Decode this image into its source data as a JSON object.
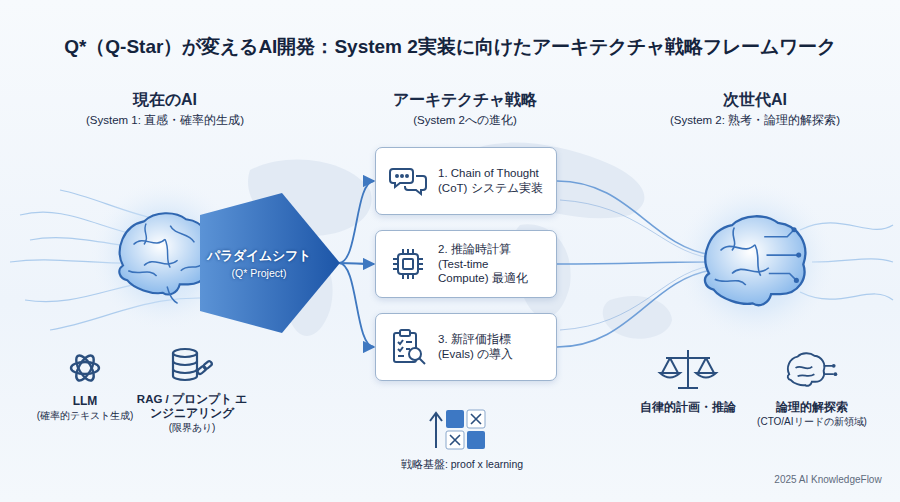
{
  "diagram": {
    "title": "Q*（Q-Star）が変えるAI開発：System 2実装に向けたアーキテクチャ戦略フレームワーク",
    "nodes": [
      {
        "text": [
          "パラダイムシフト",
          "(Q* Project)"
        ]
      },
      {
        "text": [
          "1. Chain of Thought (CoT) システム実装"
        ]
      },
      {
        "text": [
          "2. 推論時計算 (Test-time Compute) 最適化"
        ]
      },
      {
        "text": [
          "3. 新評価指標 (Evals) の導入"
        ]
      }
    ],
    "edges": [
      {
        "from": 0,
        "to": 1,
        "arrow": "to"
      },
      {
        "from": 0,
        "to": 2,
        "arrow": "to"
      },
      {
        "from": 0,
        "to": 3,
        "arrow": "to"
      }
    ],
    "labels": [
      "現在のAI",
      "(System 1: 直感・確率的生成)",
      "アーキテクチャ戦略",
      "(System 2への進化)",
      "次世代AI",
      "(System 2: 熟考・論理的解探索)",
      "LLM",
      "(確率的テキスト生成)",
      "RAG / プロンプト エンジニアリング",
      "(限界あり)",
      "自律的計画・推論",
      "論理的解探索",
      "(CTO/AIリードの新領域)",
      "戦略基盤: proof x learning",
      "2025 AI KnowledgeFlow"
    ]
  }
}
